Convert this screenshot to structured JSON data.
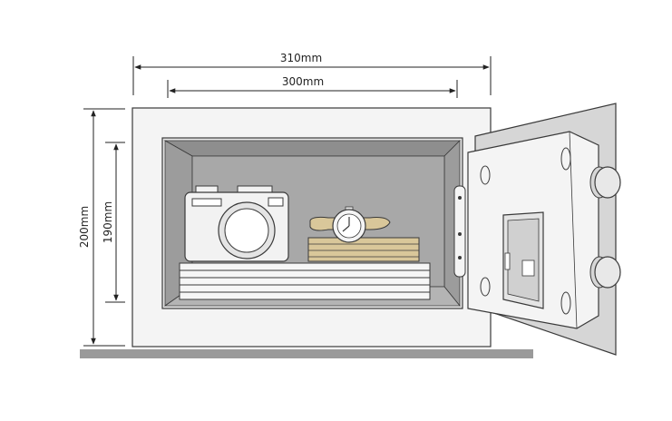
{
  "dimensions": {
    "outer_width": "310mm",
    "inner_width": "300mm",
    "outer_height": "200mm",
    "inner_height": "190mm"
  },
  "colors": {
    "outline": "#3a3a3a",
    "body_fill": "#f4f4f4",
    "interior": "#a8a8a8",
    "interior_dark": "#8e8e8e",
    "floor": "#9a9a9a",
    "watch_strap": "#d9c79a",
    "door_edge": "#d6d6d6"
  },
  "icons": [
    "camera-icon",
    "watch-icon",
    "hinge-icon",
    "door-knob-icon",
    "keypad-icon"
  ]
}
